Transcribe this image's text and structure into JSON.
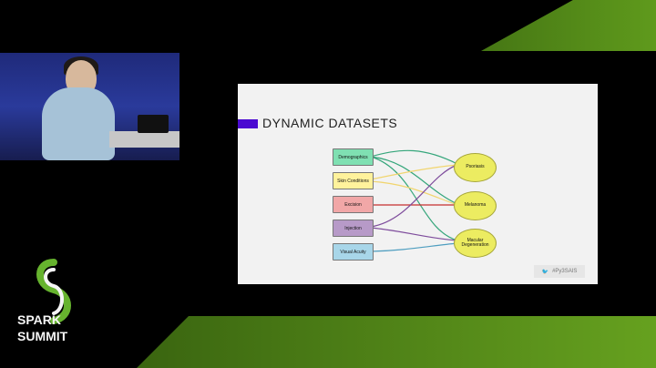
{
  "slide": {
    "title": "DYNAMIC DATASETS",
    "handle": "#Py3SAIS"
  },
  "diagram": {
    "left_nodes": [
      {
        "label": "Demographics",
        "color": "#7fe0b2"
      },
      {
        "label": "Skin Conditions",
        "color": "#fff29c"
      },
      {
        "label": "Excision",
        "color": "#f1a7a7"
      },
      {
        "label": "Injection",
        "color": "#b79ac8"
      },
      {
        "label": "Visual Acuity",
        "color": "#a8d6e9"
      }
    ],
    "right_nodes": [
      {
        "label": "Psoriasis"
      },
      {
        "label": "Melanoma"
      },
      {
        "label": "Macular Degeneration"
      }
    ]
  },
  "logo": {
    "line1": "SPARK",
    "line2": "SUMMIT"
  }
}
